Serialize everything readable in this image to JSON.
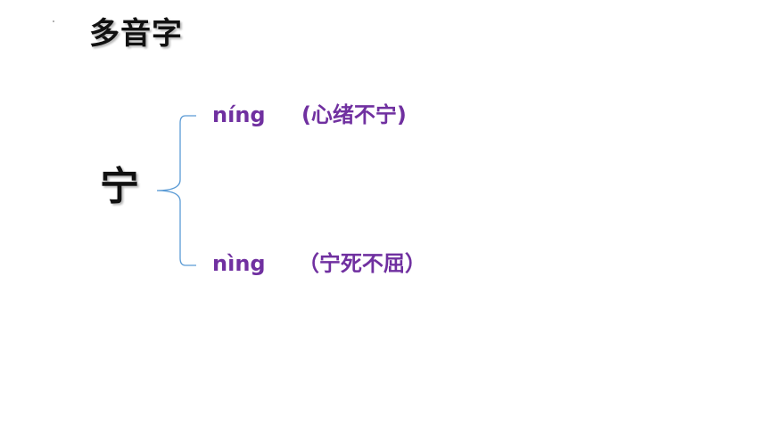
{
  "slide": {
    "title": "多音字",
    "character": "宁",
    "readings": [
      {
        "pinyin": "níng",
        "example": "(心绪不宁)"
      },
      {
        "pinyin": "nìng",
        "example": "（宁死不屈）"
      }
    ]
  },
  "colors": {
    "reading_text": "#7030a0",
    "brace_line": "#5b9bd5",
    "title_text": "#111111"
  }
}
